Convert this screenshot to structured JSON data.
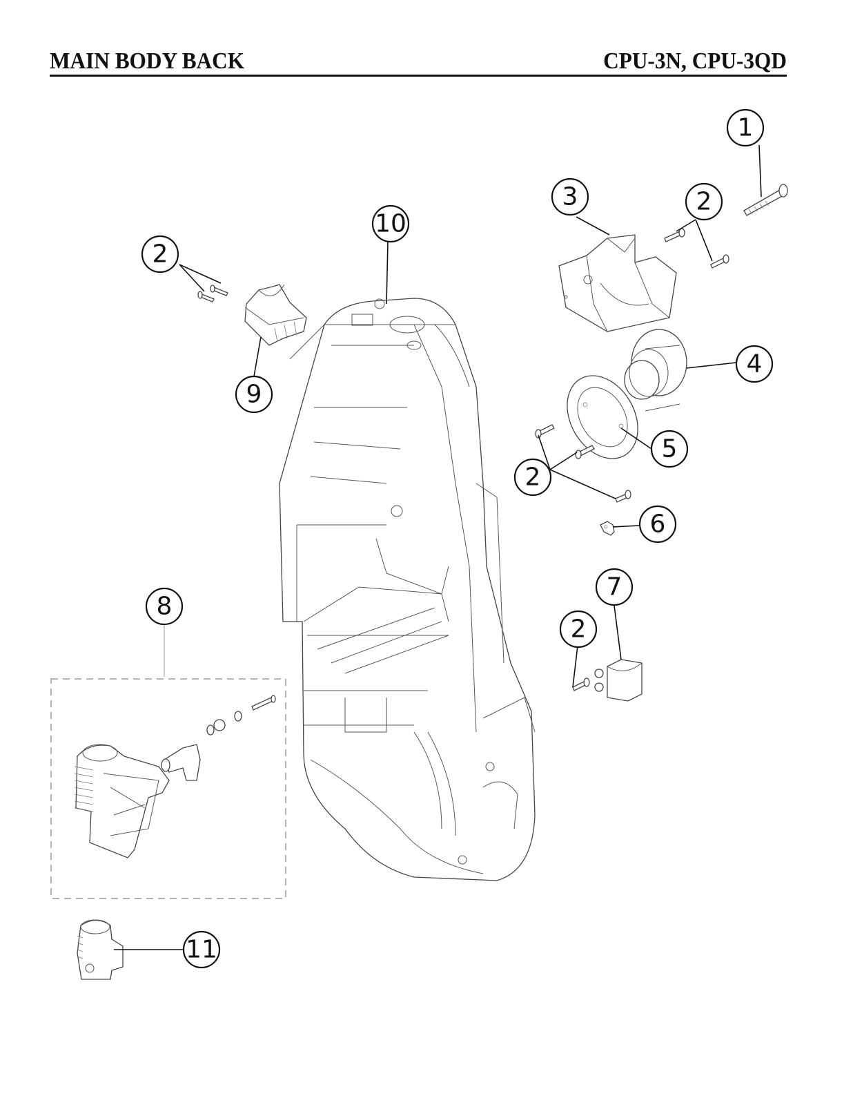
{
  "header": {
    "title": "MAIN BODY  BACK",
    "models": "CPU-3N, CPU-3QD"
  },
  "callouts": [
    {
      "id": "c1",
      "label": "1",
      "part": "long-screw"
    },
    {
      "id": "c2a",
      "label": "2",
      "part": "screws-upper-right"
    },
    {
      "id": "c3",
      "label": "3",
      "part": "handle-bracket"
    },
    {
      "id": "c10",
      "label": "10",
      "part": "main-body-back"
    },
    {
      "id": "c2b",
      "label": "2",
      "part": "screws-upper-left"
    },
    {
      "id": "c9",
      "label": "9",
      "part": "cord-hook"
    },
    {
      "id": "c4",
      "label": "4",
      "part": "hose-inlet"
    },
    {
      "id": "c5",
      "label": "5",
      "part": "inlet-gasket"
    },
    {
      "id": "c2c",
      "label": "2",
      "part": "screws-middle-right"
    },
    {
      "id": "c6",
      "label": "6",
      "part": "small-clip"
    },
    {
      "id": "c7",
      "label": "7",
      "part": "switch-housing"
    },
    {
      "id": "c2d",
      "label": "2",
      "part": "screw-lower-right"
    },
    {
      "id": "c8",
      "label": "8",
      "part": "tool-holder-assembly-kit"
    },
    {
      "id": "c11",
      "label": "11",
      "part": "tool-holder-clip"
    }
  ]
}
